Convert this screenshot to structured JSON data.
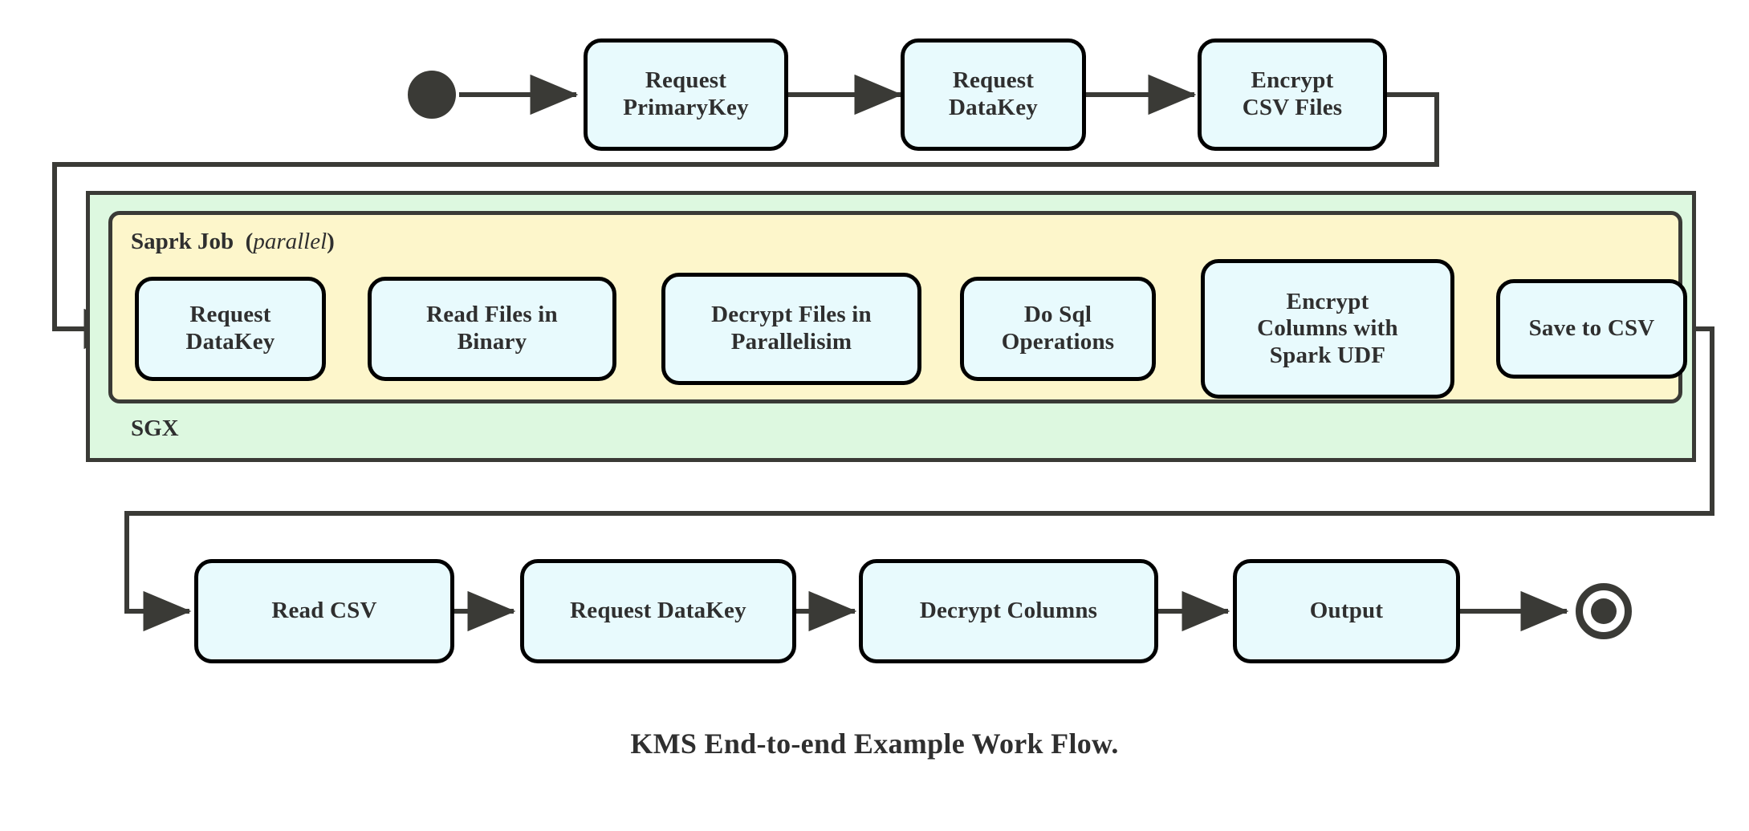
{
  "diagram": {
    "caption": "KMS End-to-end Example Work Flow.",
    "colors": {
      "node_fill": "#e8fafd",
      "node_border": "#000000",
      "sgx_fill": "#ddf8e0",
      "spark_fill": "#fdf6cb",
      "group_border": "#3a3a36",
      "edge": "#3a3a36",
      "text": "#2f2f2f",
      "background": "#ffffff"
    },
    "groups": {
      "sgx": {
        "label": "SGX"
      },
      "spark": {
        "label": "Saprk Job",
        "modifier": "(parallel)",
        "modifier_text": "parallel"
      }
    },
    "markers": {
      "start": "initial-state-node",
      "end": "final-state-node"
    },
    "rows": {
      "top": {
        "nodes": [
          {
            "id": "request-primarykey",
            "lines": [
              "Request",
              "PrimaryKey"
            ]
          },
          {
            "id": "request-datakey-top",
            "lines": [
              "Request",
              "DataKey"
            ]
          },
          {
            "id": "encrypt-csv-files",
            "lines": [
              "Encrypt",
              "CSV Files"
            ]
          }
        ]
      },
      "middle": {
        "nodes": [
          {
            "id": "request-datakey-spark",
            "lines": [
              "Request",
              "DataKey"
            ]
          },
          {
            "id": "read-files-in-binary",
            "lines": [
              "Read Files in",
              "Binary"
            ]
          },
          {
            "id": "decrypt-files-in-parallelisim",
            "lines": [
              "Decrypt Files in",
              "Parallelisim"
            ]
          },
          {
            "id": "do-sql-operations",
            "lines": [
              "Do Sql",
              "Operations"
            ]
          },
          {
            "id": "encrypt-columns-with-spark-udf",
            "lines": [
              "Encrypt",
              "Columns with",
              "Spark UDF"
            ]
          },
          {
            "id": "save-to-csv",
            "lines": [
              "Save to CSV"
            ]
          }
        ]
      },
      "bottom": {
        "nodes": [
          {
            "id": "read-csv",
            "lines": [
              "Read CSV"
            ]
          },
          {
            "id": "request-datakey-bottom",
            "lines": [
              "Request DataKey"
            ]
          },
          {
            "id": "decrypt-columns",
            "lines": [
              "Decrypt Columns"
            ]
          },
          {
            "id": "output",
            "lines": [
              "Output"
            ]
          }
        ]
      }
    }
  }
}
